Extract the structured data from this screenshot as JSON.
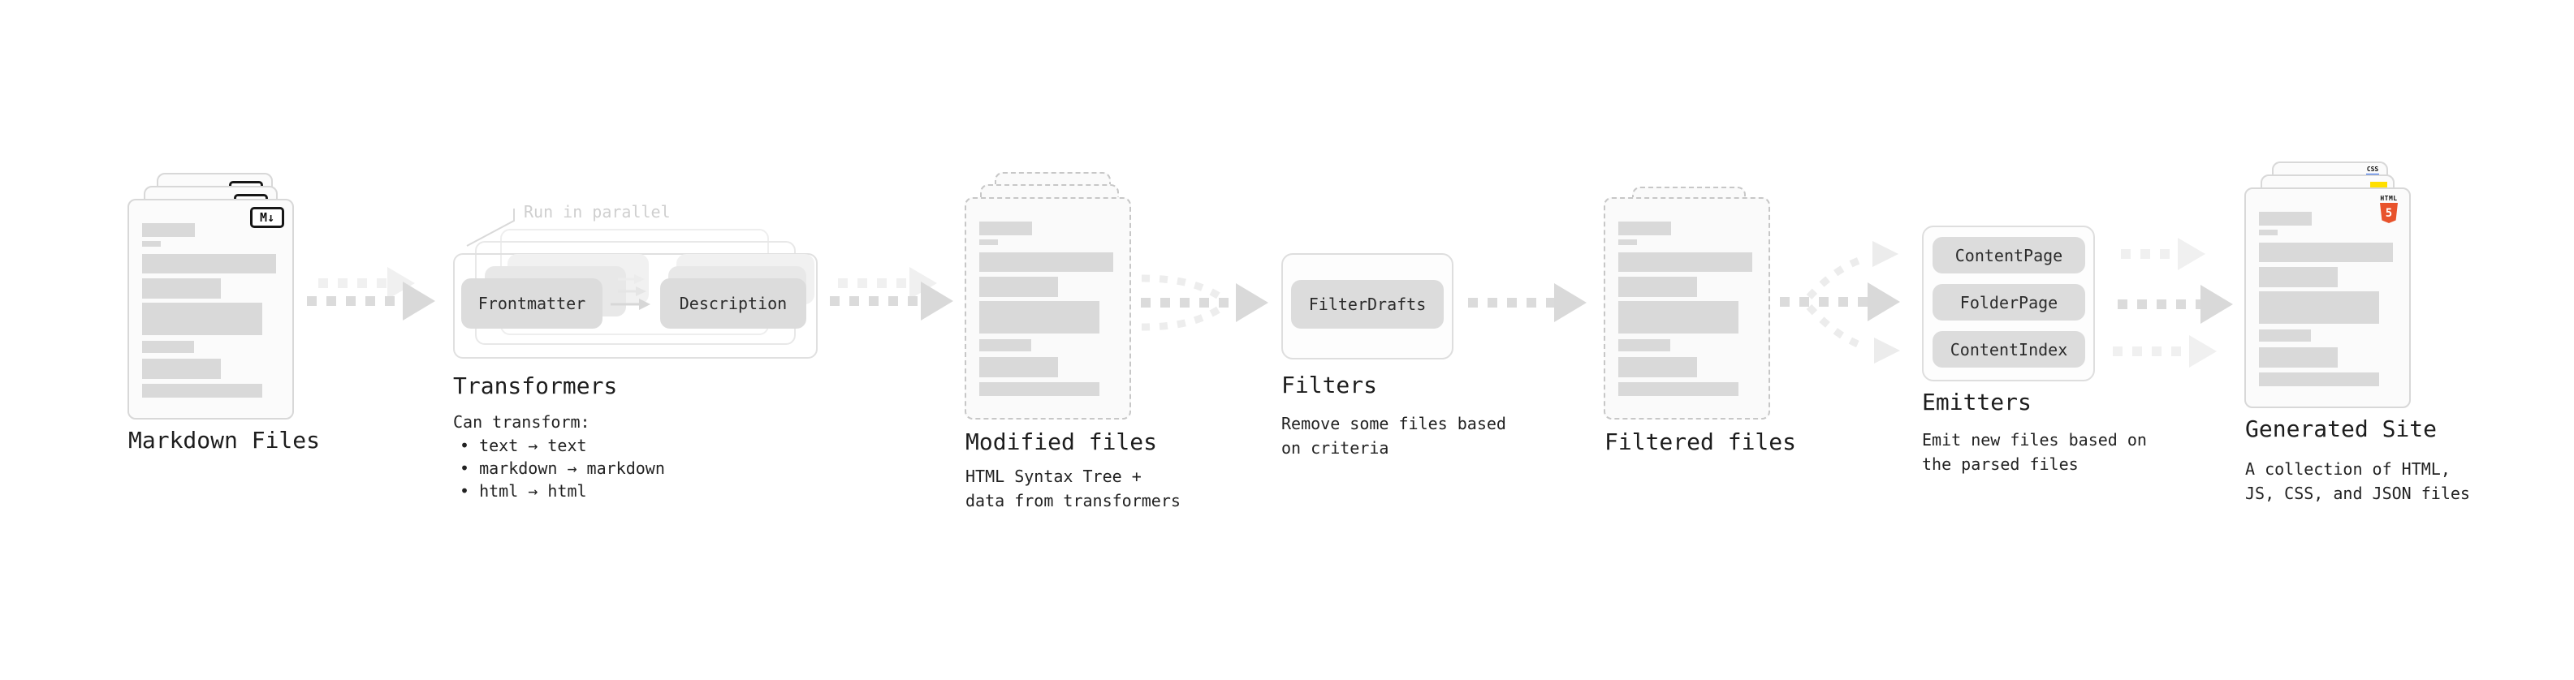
{
  "pipeline": {
    "markdown": {
      "label": "Markdown Files",
      "icon": "M↓"
    },
    "transformers": {
      "label": "Transformers",
      "note": "Run in parallel",
      "pill_left": "Frontmatter",
      "pill_right": "Description",
      "sub_title": "Can transform:",
      "bullets": [
        "• text → text",
        "• markdown → markdown",
        "• html → html"
      ]
    },
    "modified": {
      "label": "Modified files",
      "desc1": "HTML Syntax Tree +",
      "desc2": "data from transformers"
    },
    "filters": {
      "label": "Filters",
      "pill": "FilterDrafts",
      "desc1": "Remove some files based",
      "desc2": "on criteria"
    },
    "filtered": {
      "label": "Filtered files"
    },
    "emitters": {
      "label": "Emitters",
      "pills": [
        "ContentPage",
        "FolderPage",
        "ContentIndex"
      ],
      "desc1": "Emit new files based on",
      "desc2": "the parsed files"
    },
    "generated": {
      "label": "Generated Site",
      "desc1": "A collection of HTML,",
      "desc2": "JS, CSS, and JSON files",
      "css_icon": "CSS",
      "html_icon": "HTML",
      "html_icon_number": "5"
    },
    "colors": {
      "html5_orange": "#e8532c",
      "js_yellow": "#ffdf00",
      "css_blue": "#2563eb",
      "arrow_gray": "#dbdbdb",
      "text_dark": "#1d1d1d"
    }
  }
}
